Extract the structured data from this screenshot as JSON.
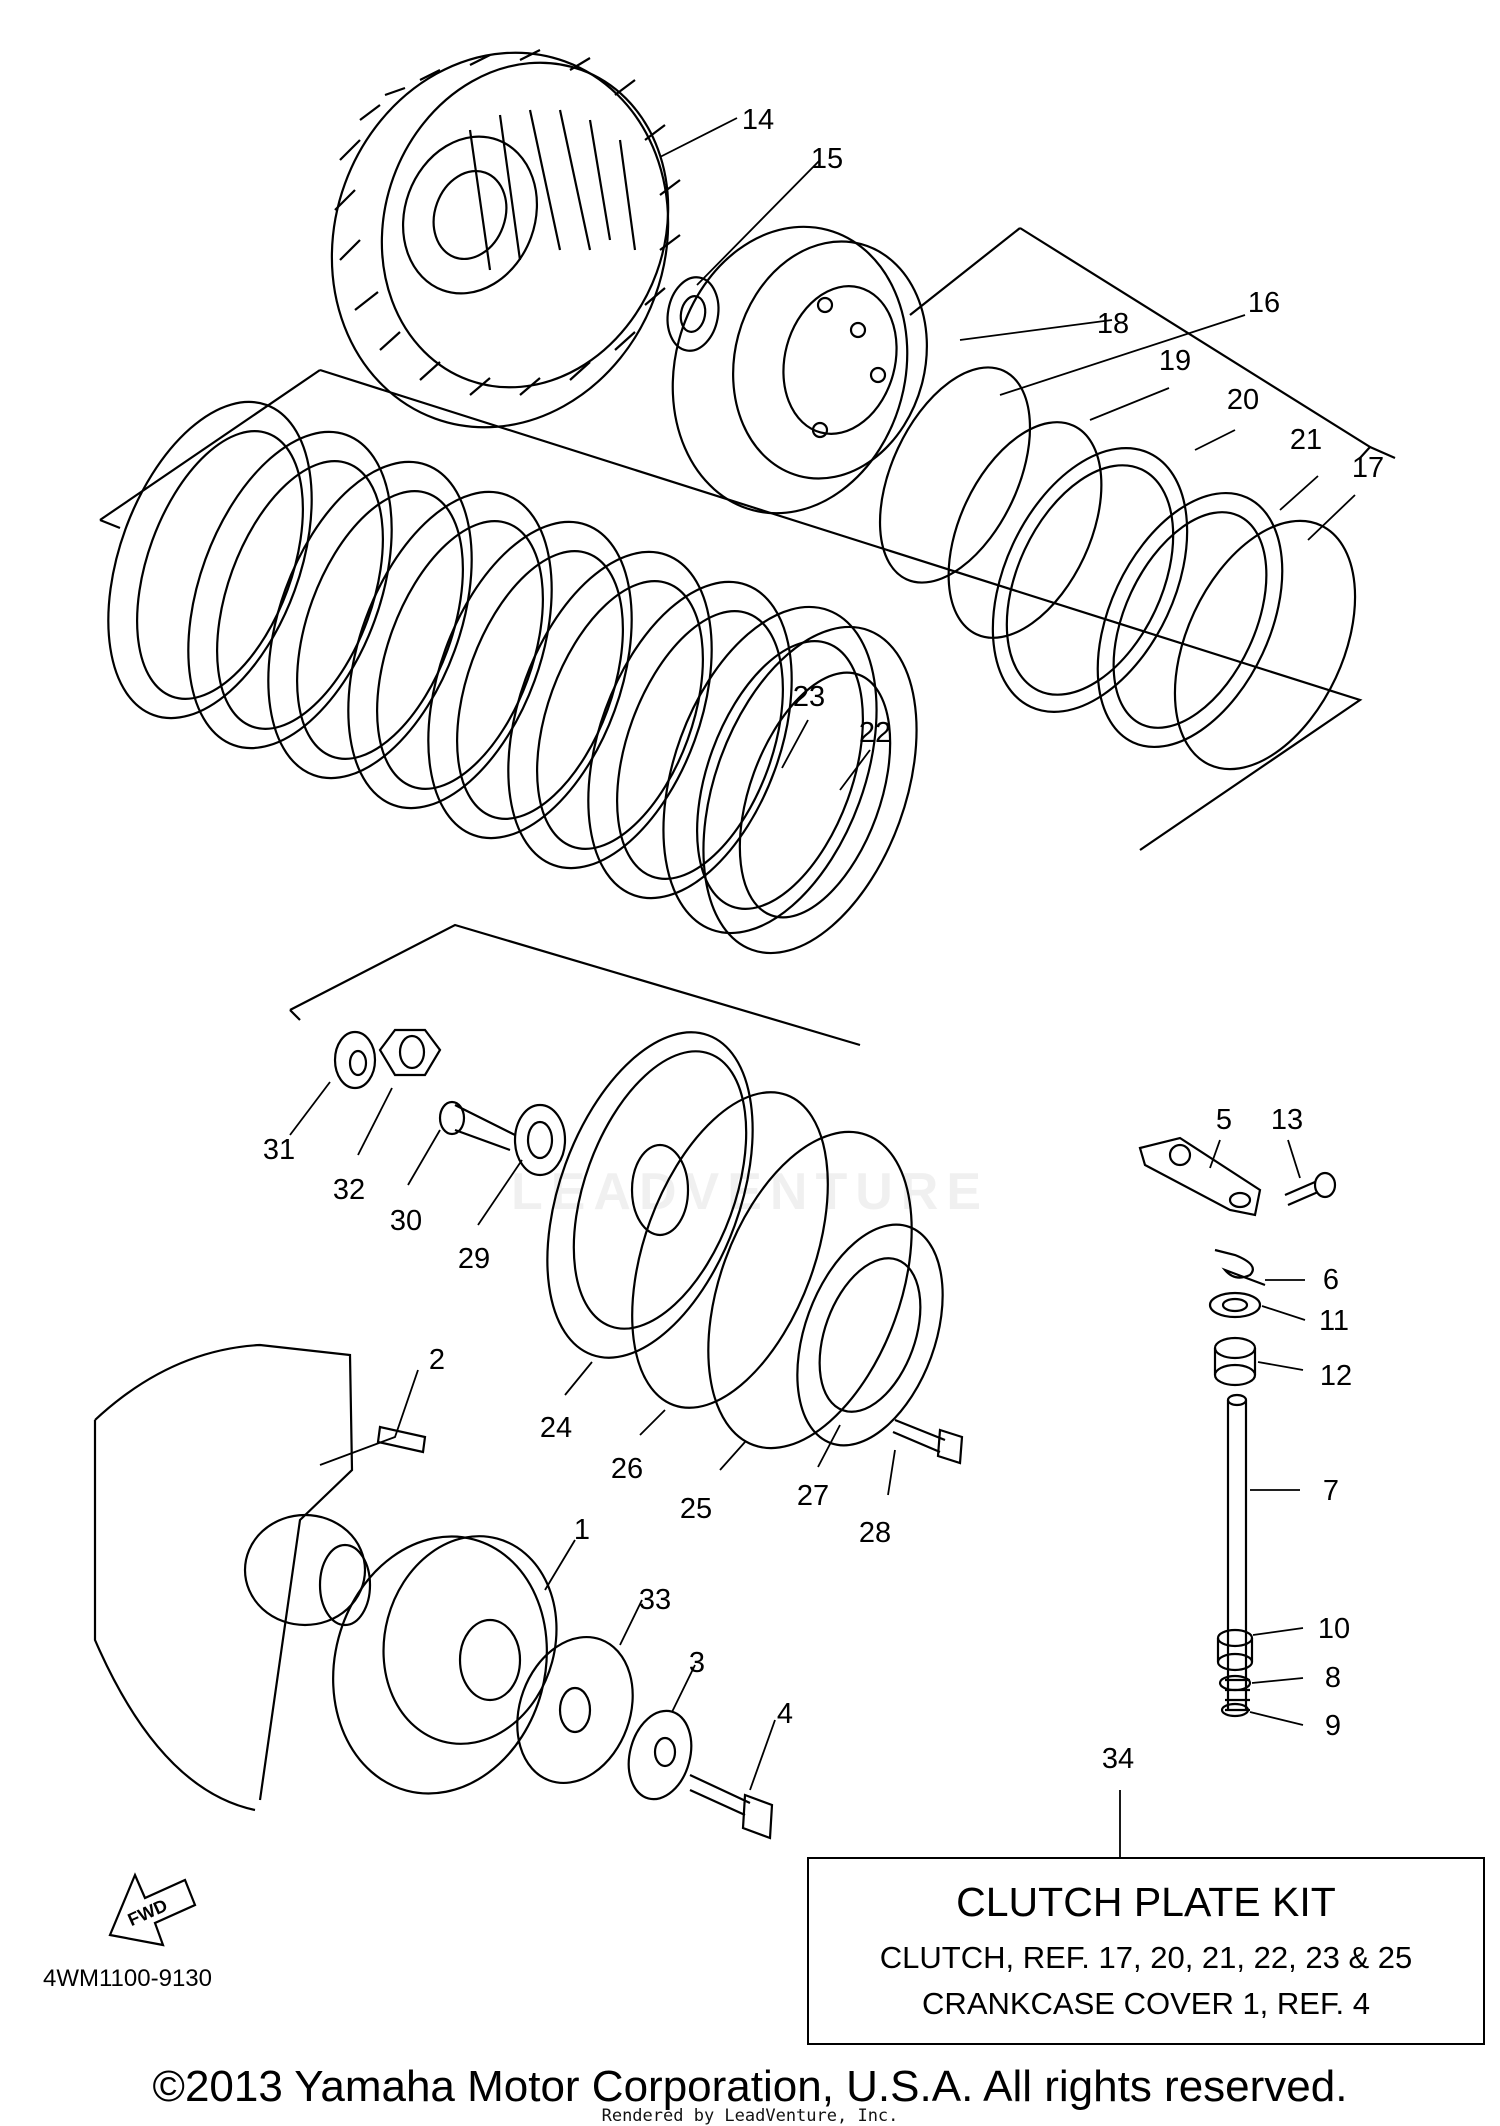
{
  "diagram": {
    "code": "4WM1100-9130",
    "watermark": "LEADVENTURE",
    "callouts": [
      "14",
      "15",
      "16",
      "18",
      "19",
      "20",
      "21",
      "17",
      "23",
      "22",
      "5",
      "13",
      "31",
      "32",
      "30",
      "29",
      "6",
      "11",
      "12",
      "2",
      "24",
      "26",
      "25",
      "27",
      "28",
      "7",
      "1",
      "33",
      "3",
      "4",
      "10",
      "8",
      "9",
      "34"
    ]
  },
  "kit_box": {
    "title": "CLUTCH PLATE KIT",
    "line1": "CLUTCH, REF. 17, 20, 21, 22, 23 & 25",
    "line2": "CRANKCASE COVER 1, REF. 4"
  },
  "footer": {
    "copyright": "©2013 Yamaha Motor Corporation, U.S.A. All rights reserved.",
    "rendered_by": "Rendered by LeadVenture, Inc."
  },
  "fwd_label": "FWD"
}
